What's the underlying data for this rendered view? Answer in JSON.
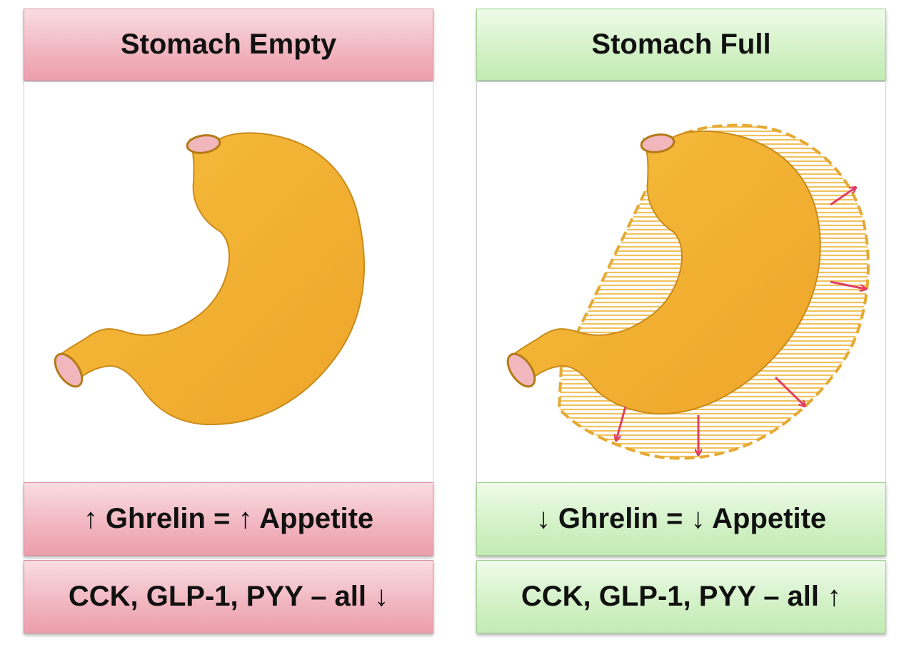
{
  "panels": {
    "empty": {
      "title": "Stomach Empty",
      "ghrelin_line": "↑ Ghrelin = ↑ Appetite",
      "hormones_line": "CCK,  GLP-1, PYY – all ↓",
      "color": "#f1b5bf"
    },
    "full": {
      "title": "Stomach Full",
      "ghrelin_line": "↓ Ghrelin = ↓ Appetite",
      "hormones_line": "CCK,  GLP-1, PYY – all ↑",
      "color": "#d2f1c6"
    }
  },
  "colors": {
    "stomach": "#f2ae2f",
    "stomach_outline": "#c98a1a",
    "opening": "#f1b7bd",
    "expansion_arrows": "#e23f63"
  },
  "icons": [
    "stomach-illustration",
    "expansion-arrow-icon"
  ]
}
